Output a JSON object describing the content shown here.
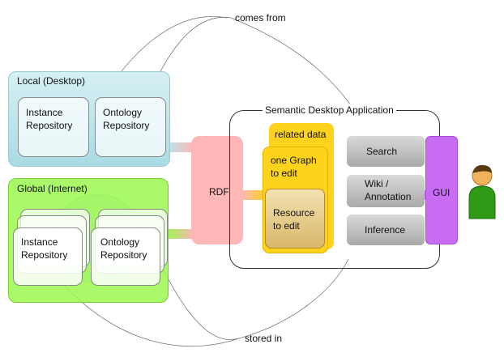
{
  "annotations": {
    "comes_from": "comes from",
    "stored_in": "stored in"
  },
  "local": {
    "title": "Local (Desktop)",
    "instance": "Instance\nRepository",
    "ontology": "Ontology\nRepository"
  },
  "global": {
    "title": "Global (Internet)",
    "instance": "Instance\nRepository",
    "ontology": "Ontology\nRepository"
  },
  "rdf": "RDF",
  "app": {
    "title": "Semantic Desktop Application",
    "related": "related data",
    "graph": "one Graph\nto edit",
    "resource": "Resource\nto edit",
    "search": "Search",
    "wiki": "Wiki /\nAnnotation",
    "inference": "Inference",
    "gui": "GUI"
  },
  "colors": {
    "local_bg": "#b9e3ea",
    "global_bg": "#9af84e",
    "rdf": "#fdb7b7",
    "yellow": "#ffd21c",
    "gui": "#c86cf4",
    "grey": "#bcbcbc"
  }
}
